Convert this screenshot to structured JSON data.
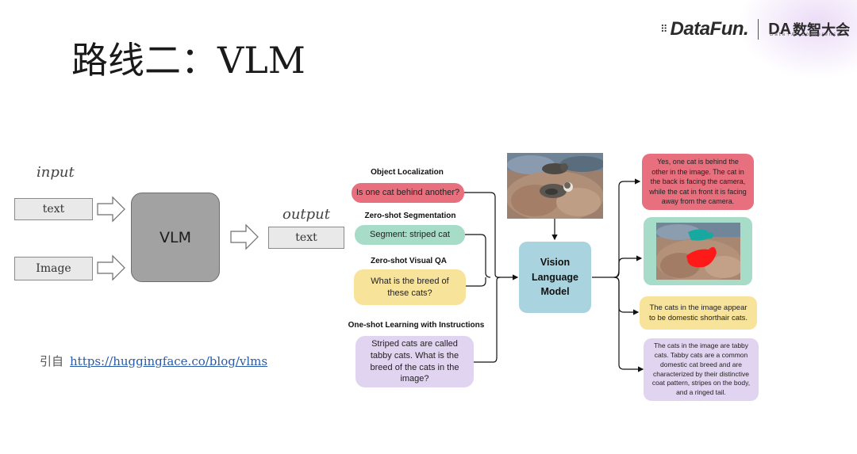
{
  "slide": {
    "title": "路线二：VLM"
  },
  "logo": {
    "brand": "DataFun.",
    "da": "DA",
    "event": "数智大会",
    "subtitle": "Data+AI Conference"
  },
  "left_diagram": {
    "input_label": "input",
    "output_label": "output",
    "input_text": "text",
    "input_image": "Image",
    "model": "VLM",
    "output_text": "text"
  },
  "reference": {
    "prefix": "引自",
    "url": "https://huggingface.co/blog/vlms"
  },
  "right_diagram": {
    "tasks": [
      {
        "title": "Object Localization",
        "prompt": "Is one cat behind another?",
        "color": "#e8707e"
      },
      {
        "title": "Zero-shot Segmentation",
        "prompt": "Segment: striped cat",
        "color": "#a6dcc8"
      },
      {
        "title": "Zero-shot Visual QA",
        "prompt": "What is the breed of these cats?",
        "color": "#f8e39a"
      },
      {
        "title": "One-shot Learning with Instructions",
        "prompt": "Striped cats are called tabby cats. What is the breed of the cats in the image?",
        "color": "#e1d4f0"
      }
    ],
    "model_label": "Vision Language Model",
    "model_color": "#a9d4df",
    "outputs": [
      {
        "text": "Yes, one cat is behind the other in the image. The cat in the back is facing the camera, while the cat in front it is facing away from the camera.",
        "color": "#e8707e"
      },
      {
        "text": "",
        "color": "#a6dcc8"
      },
      {
        "text": "The cats in the image appear to be domestic shorthair cats.",
        "color": "#f8e39a"
      },
      {
        "text": "The cats in the image are tabby cats. Tabby cats are a common domestic cat breed and are characterized by their distinctive coat pattern, stripes on the body, and a ringed tail.",
        "color": "#e1d4f0"
      }
    ]
  }
}
